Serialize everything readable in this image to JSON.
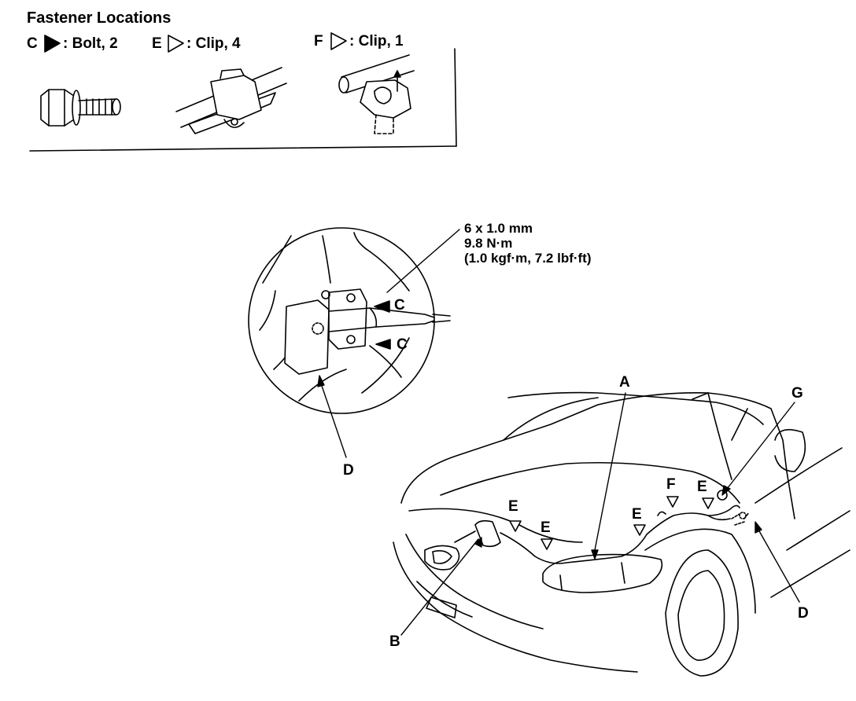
{
  "legend": {
    "title": "Fastener Locations",
    "items": [
      {
        "code": "C",
        "text": ": Bolt, 2",
        "marker": "filled-triangle"
      },
      {
        "code": "E",
        "text": ": Clip, 4",
        "marker": "open-triangle"
      },
      {
        "code": "F",
        "text": ": Clip, 1",
        "marker": "open-triangle"
      }
    ]
  },
  "spec": {
    "size": "6 x 1.0 mm",
    "torque_nm": "9.8 N·m",
    "torque_alt": "(1.0 kgf·m, 7.2 lbf·ft)"
  },
  "callouts": {
    "A": "A",
    "B": "B",
    "C1": "C",
    "C2": "C",
    "D_detail": "D",
    "D_car": "D",
    "E1": "E",
    "E2": "E",
    "E3": "E",
    "E4": "E",
    "F": "F",
    "G": "G"
  }
}
